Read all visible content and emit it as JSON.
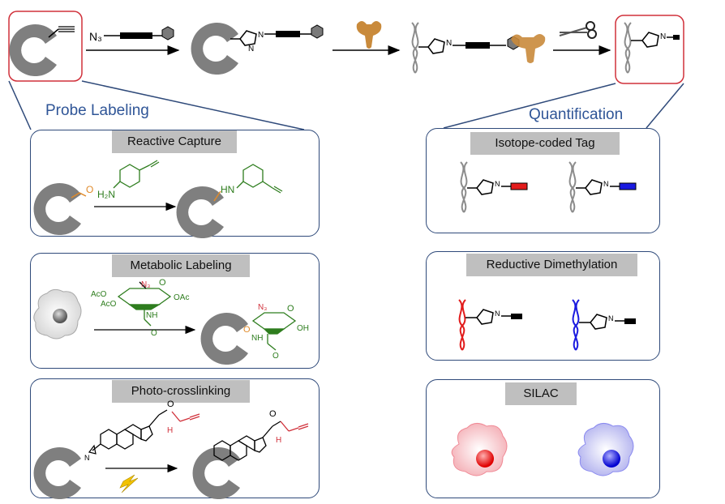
{
  "top": {
    "azide_label": "N₃"
  },
  "sections": {
    "left_title": "Probe Labeling",
    "right_title": "Quantification"
  },
  "panels": {
    "reactive_capture": "Reactive Capture",
    "metabolic_labeling": "Metabolic Labeling",
    "photo_crosslinking": "Photo-crosslinking",
    "isotope_coded_tag": "Isotope-coded Tag",
    "reductive_dimethylation": "Reductive Dimethylation",
    "silac": "SILAC"
  },
  "chem": {
    "n": "N",
    "triazole_n1": "N",
    "triazole_n2": "N",
    "triazole_n3": "N",
    "h2n": "H₂N",
    "hn": "HN",
    "o": "O",
    "ac_o_1": "AcO",
    "ac_o_2": "AcO",
    "oac": "OAc",
    "n3": "N₃",
    "nh": "NH",
    "oh": "OH",
    "h": "H"
  },
  "colors": {
    "panel_border": "#2f4a7a",
    "title_blue": "#2f5597",
    "protein_gray": "#7f7f7f",
    "highlight_red": "#d0303a",
    "green": "#2e7d1e",
    "orange": "#e08a2a",
    "heavy_red": "#e21b1b",
    "light_blue": "#1a1ae0",
    "enzyme_tan": "#c98a3b",
    "bolt_yellow": "#f2c200"
  }
}
